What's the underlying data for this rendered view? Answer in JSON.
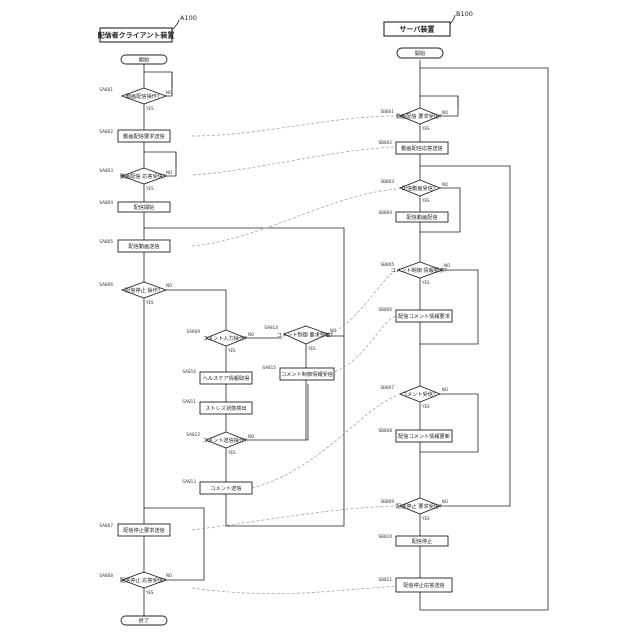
{
  "client": {
    "title": "配信者クライアント装置",
    "ref": "A100",
    "start": "開始",
    "end": "終了",
    "steps": [
      {
        "code": "SA801",
        "label": "動画配信操作？"
      },
      {
        "code": "SA802",
        "label": "動画配信要求送信"
      },
      {
        "code": "SA803",
        "label": "動画配信 応答受信？"
      },
      {
        "code": "SA804",
        "label": "配信開始"
      },
      {
        "code": "SA805",
        "label": "配信動画送信"
      },
      {
        "code": "SA806",
        "label": "配信停止 操作？"
      },
      {
        "code": "SA807",
        "label": "配信停止要求送信"
      },
      {
        "code": "SA808",
        "label": "配信停止 応答受信？"
      },
      {
        "code": "SA809",
        "label": "コメント入力操作？"
      },
      {
        "code": "SA810",
        "label": "ヘルスケア情報取得"
      },
      {
        "code": "SA811",
        "label": "ストレス状態検出"
      },
      {
        "code": "SA812",
        "label": "コメント送信操作？"
      },
      {
        "code": "SA813",
        "label": "コメント送信"
      },
      {
        "code": "SA814",
        "label": "コメント制御 要求受信？"
      },
      {
        "code": "SA815",
        "label": "コメント制御情報受信"
      }
    ]
  },
  "server": {
    "title": "サーバ装置",
    "ref": "B100",
    "start": "開始",
    "steps": [
      {
        "code": "SB801",
        "label": "動画配信 要求受信？"
      },
      {
        "code": "SB802",
        "label": "動画配信応答送信"
      },
      {
        "code": "SB803",
        "label": "配信動画受信？"
      },
      {
        "code": "SB804",
        "label": "配信動画配信"
      },
      {
        "code": "SB805",
        "label": "コメント制御 情報要求？"
      },
      {
        "code": "SB806",
        "label": "配信コメント情報要求"
      },
      {
        "code": "SB807",
        "label": "コメント受信？"
      },
      {
        "code": "SB808",
        "label": "配信コメント情報更新"
      },
      {
        "code": "SB809",
        "label": "配信停止 要求受信？"
      },
      {
        "code": "SB810",
        "label": "配信停止"
      },
      {
        "code": "SB811",
        "label": "配信停止応答送信"
      }
    ]
  },
  "branch_labels": {
    "yes": "YES",
    "no": "NO"
  }
}
